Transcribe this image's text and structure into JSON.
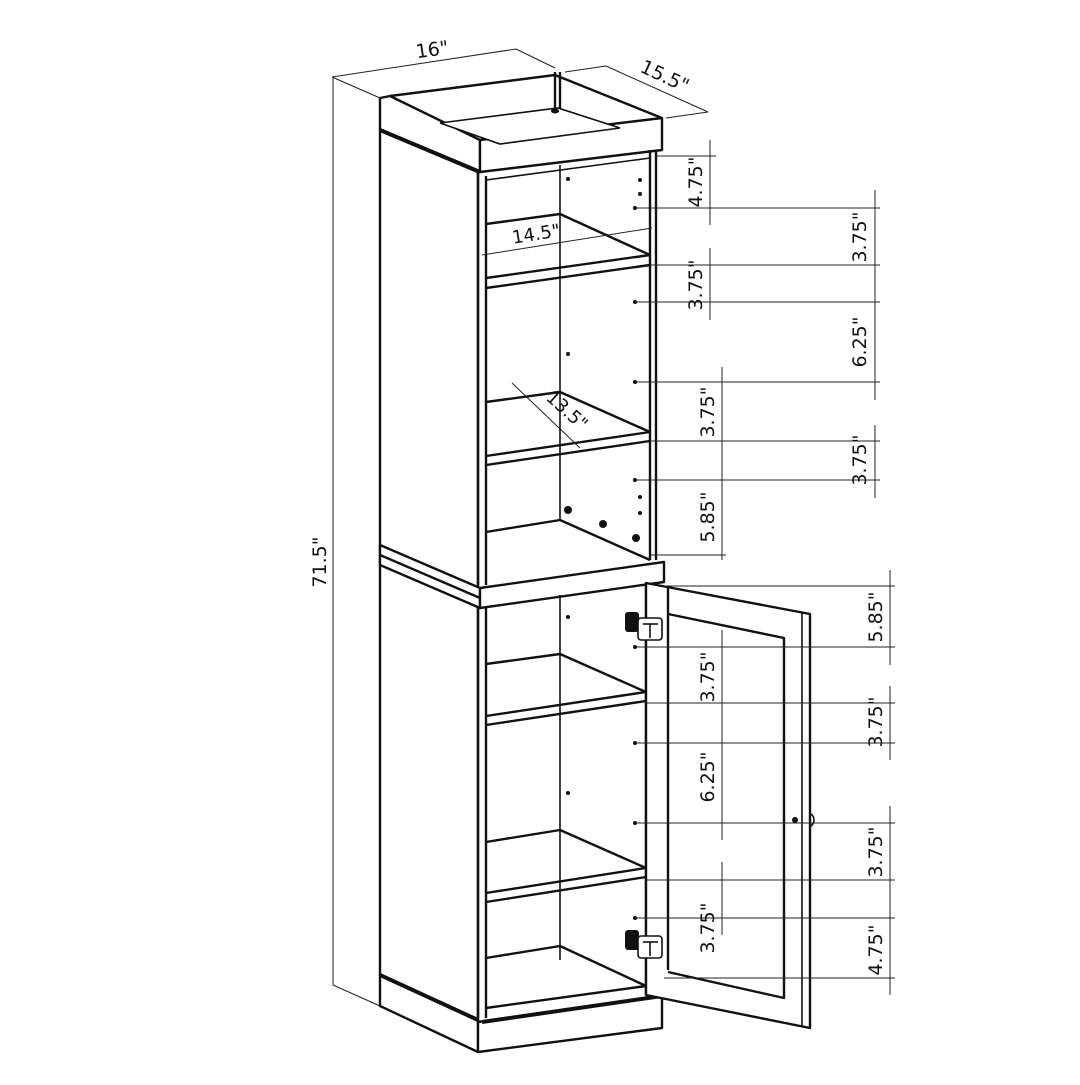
{
  "drawing": {
    "title": "Tall storage cabinet dimension drawing",
    "colors": {
      "line": "#111111",
      "background": "#ffffff"
    }
  },
  "overall": {
    "width_label": "16\"",
    "depth_label": "15.5\"",
    "height_label": "71.5\""
  },
  "interior": {
    "shelf_width_label": "14.5\"",
    "shelf_depth_label": "13.5\""
  },
  "upper_section": {
    "left_column": [
      "4.75\"",
      "3.75\"",
      "3.75\"",
      "5.85\""
    ],
    "right_column": [
      "3.75\"",
      "6.25\"",
      "3.75\""
    ]
  },
  "lower_section": {
    "left_column": [
      "3.75\"",
      "6.25\"",
      "3.75\""
    ],
    "right_column": [
      "5.85\"",
      "3.75\"",
      "3.75\"",
      "4.75\""
    ]
  }
}
